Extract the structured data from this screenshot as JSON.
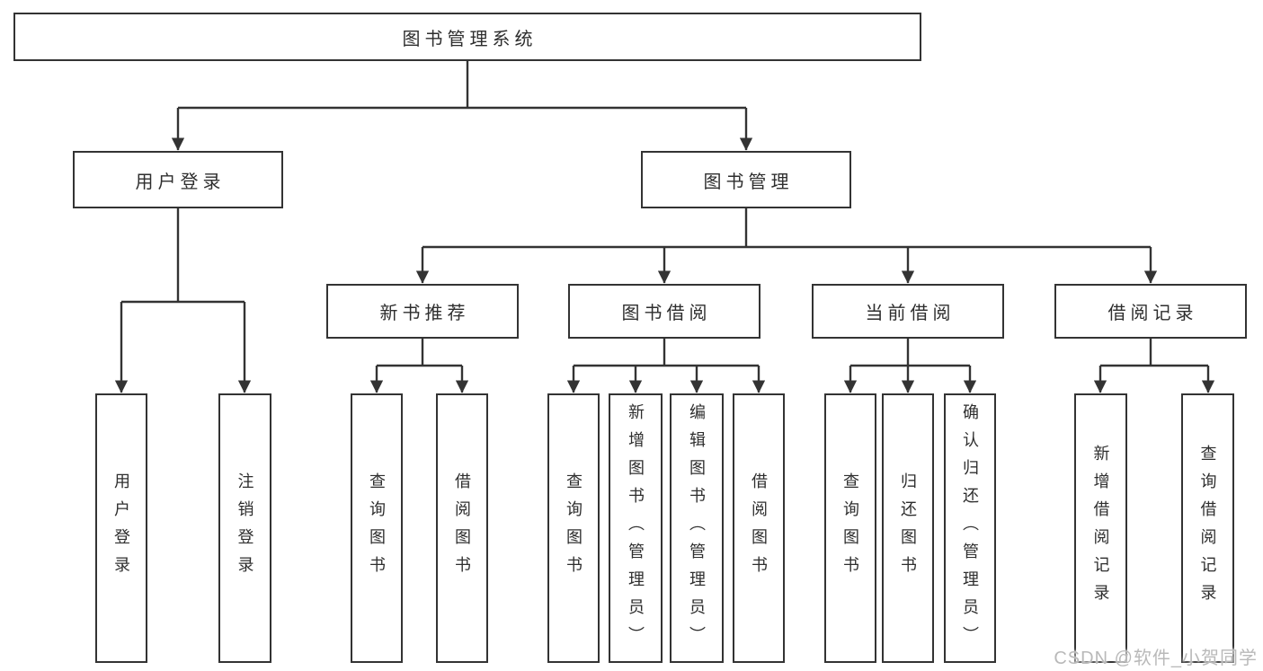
{
  "tree": {
    "root": "图书管理系统",
    "login": {
      "label": "用户登录",
      "children": [
        "用户登录",
        "注销登录"
      ]
    },
    "management": {
      "label": "图书管理",
      "sections": [
        {
          "label": "新书推荐",
          "children": [
            "查询图书",
            "借阅图书"
          ]
        },
        {
          "label": "图书借阅",
          "children": [
            "查询图书",
            "新增图书（管理员）",
            "编辑图书（管理员）",
            "借阅图书"
          ]
        },
        {
          "label": "当前借阅",
          "children": [
            "查询图书",
            "归还图书",
            "确认归还（管理员）"
          ]
        },
        {
          "label": "借阅记录",
          "children": [
            "新增借阅记录",
            "查询借阅记录"
          ]
        }
      ]
    }
  },
  "watermark": "CSDN @软件_小贺同学",
  "colors": {
    "line": "#333333",
    "text": "#2e2e2e",
    "watermark": "#b9b9b9",
    "background": "#ffffff"
  }
}
